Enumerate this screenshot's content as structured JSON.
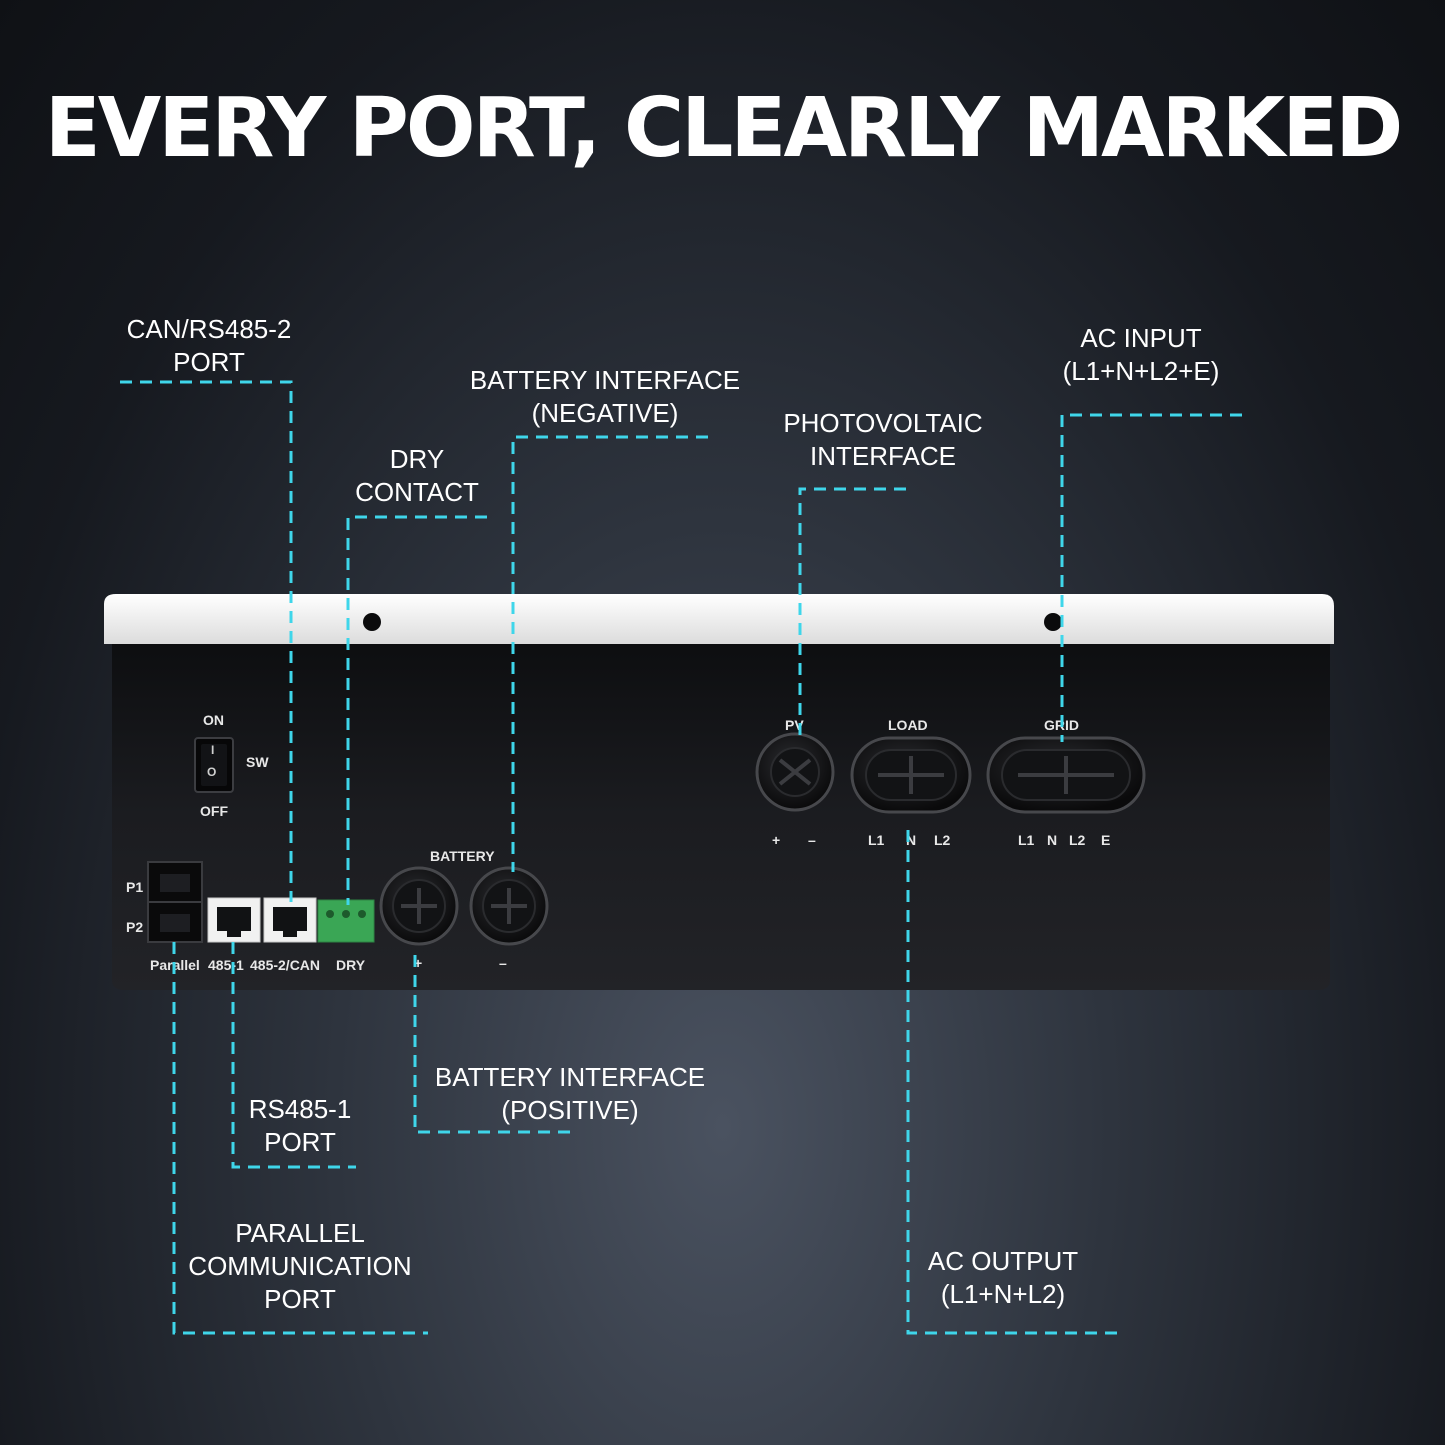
{
  "headline": "EVERY PORT, CLEARLY MARKED",
  "colors": {
    "callout_line": "#3fd6ea",
    "device_top": "#f3f3f3",
    "device_body": "#17181b",
    "dry_terminal": "#3aa655"
  },
  "callouts": {
    "can_rs485_2": {
      "line1": "CAN/RS485-2",
      "line2": "PORT"
    },
    "dry_contact": {
      "line1": "DRY",
      "line2": "CONTACT"
    },
    "battery_negative": {
      "line1": "BATTERY INTERFACE",
      "line2": "(NEGATIVE)"
    },
    "photovoltaic": {
      "line1": "PHOTOVOLTAIC",
      "line2": "INTERFACE"
    },
    "ac_input": {
      "line1": "AC INPUT",
      "line2": "(L1+N+L2+E)"
    },
    "battery_positive": {
      "line1": "BATTERY INTERFACE",
      "line2": "(POSITIVE)"
    },
    "rs485_1": {
      "line1": "RS485-1",
      "line2": "PORT"
    },
    "parallel": {
      "line1": "PARALLEL",
      "line2": "COMMUNICATION",
      "line3": "PORT"
    },
    "ac_output": {
      "line1": "AC OUTPUT",
      "line2": "(L1+N+L2)"
    }
  },
  "device": {
    "switch": {
      "on": "ON",
      "off": "OFF",
      "sw": "SW",
      "mark_i": "I",
      "mark_o": "O"
    },
    "parallel_ports": {
      "p1": "P1",
      "p2": "P2"
    },
    "bottom_labels": {
      "parallel": "Parallel",
      "rs485_1": "485-1",
      "rs485_2_can": "485-2/CAN",
      "dry": "DRY"
    },
    "battery": {
      "title": "BATTERY",
      "plus": "+",
      "minus": "–"
    },
    "pv": {
      "title": "PV",
      "plus": "+",
      "minus": "–"
    },
    "load": {
      "title": "LOAD",
      "l1": "L1",
      "n": "N",
      "l2": "L2"
    },
    "grid": {
      "title": "GRID",
      "l1": "L1",
      "n": "N",
      "l2": "L2",
      "e": "E"
    }
  }
}
